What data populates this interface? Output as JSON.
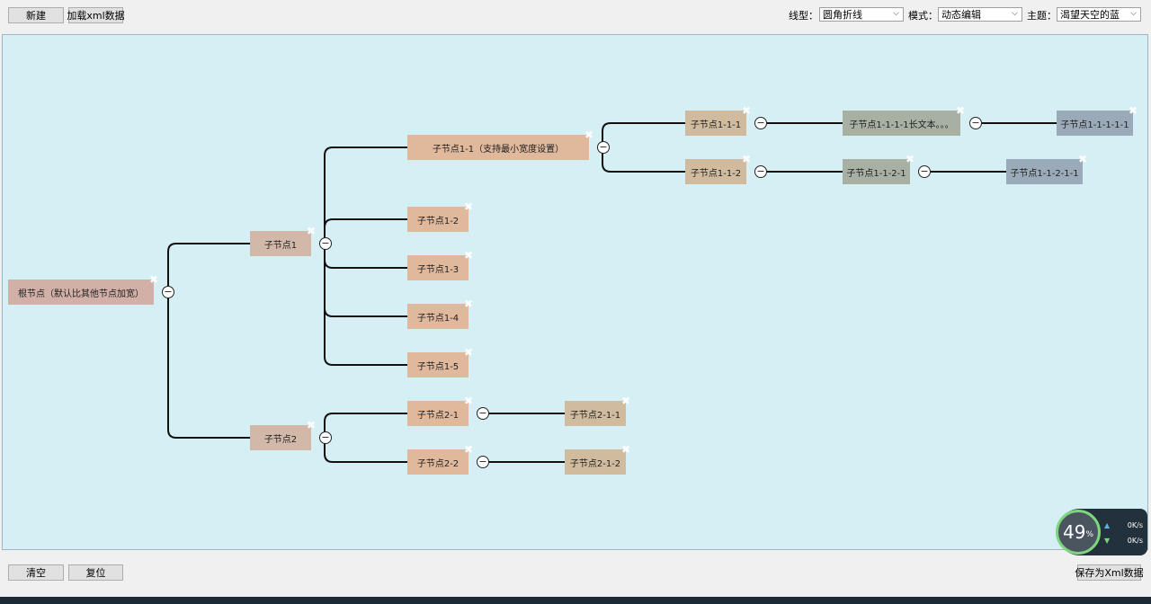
{
  "toolbar": {
    "new_label": "新建",
    "load_label": "加载xml数据",
    "linetype_label": "线型：",
    "linetype_value": "圆角折线",
    "mode_label": "模式：",
    "mode_value": "动态编辑",
    "theme_label": "主题：",
    "theme_value": "渴望天空的蓝"
  },
  "bottom": {
    "clear_label": "清空",
    "reset_label": "复位",
    "save_label": "保存为Xml数据"
  },
  "nodes": {
    "root": "根节点（默认比其他节点加宽）",
    "n1": "子节点1",
    "n2": "子节点2",
    "n1_1": "子节点1-1（支持最小宽度设置）",
    "n1_2": "子节点1-2",
    "n1_3": "子节点1-3",
    "n1_4": "子节点1-4",
    "n1_5": "子节点1-5",
    "n2_1": "子节点2-1",
    "n2_2": "子节点2-2",
    "n2_1_1": "子节点2-1-1",
    "n2_2_1": "子节点2-1-2",
    "n1_1_1": "子节点1-1-1",
    "n1_1_2": "子节点1-1-2",
    "n1_1_1_1": "子节点1-1-1-1长文本。。。",
    "n1_1_2_1": "子节点1-1-2-1",
    "n1_1_1_1_1": "子节点1-1-1-1-1",
    "n1_1_2_1_1": "子节点1-1-2-1-1"
  },
  "network": {
    "percent": "49",
    "percent_unit": "%",
    "up_speed": "0K/s",
    "down_speed": "0K/s"
  },
  "colors": {
    "canvas_bg": "#d5eff4",
    "root": "#d2b0a8",
    "level1": "#d2b8a8",
    "level2": "#e0b89c",
    "level3": "#d0bb9e",
    "level4": "#a8b0a4",
    "level5": "#9aaab8"
  }
}
